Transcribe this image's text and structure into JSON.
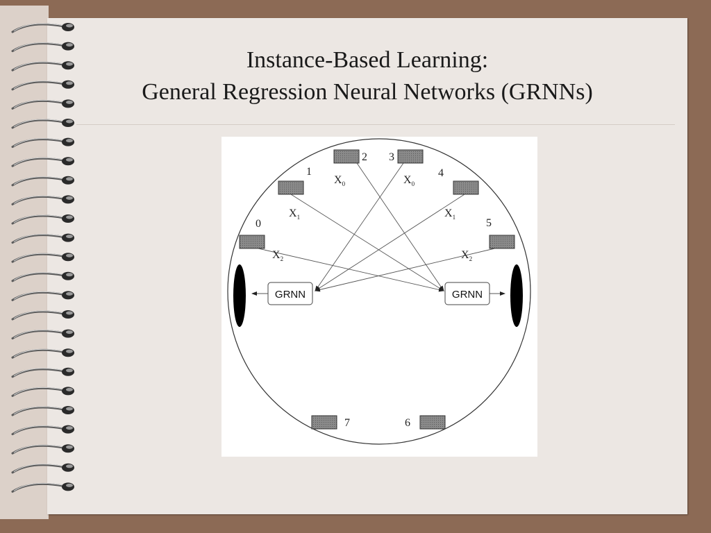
{
  "slide": {
    "title_line1": "Instance-Based Learning:",
    "title_line2": "General Regression Neural Networks (GRNNs)"
  },
  "diagram": {
    "sensors": [
      {
        "id": "0",
        "label": "0"
      },
      {
        "id": "1",
        "label": "1"
      },
      {
        "id": "2",
        "label": "2"
      },
      {
        "id": "3",
        "label": "3"
      },
      {
        "id": "4",
        "label": "4"
      },
      {
        "id": "5",
        "label": "5"
      },
      {
        "id": "6",
        "label": "6"
      },
      {
        "id": "7",
        "label": "7"
      }
    ],
    "input_labels": {
      "x0": {
        "base": "X",
        "sub": "0"
      },
      "x1": {
        "base": "X",
        "sub": "1"
      },
      "x2": {
        "base": "X",
        "sub": "2"
      }
    },
    "grnn_left": "GRNN",
    "grnn_right": "GRNN",
    "colors": {
      "sensor_fill": "#7a7a7a",
      "wheel_fill": "#000000",
      "line": "#444444"
    }
  }
}
